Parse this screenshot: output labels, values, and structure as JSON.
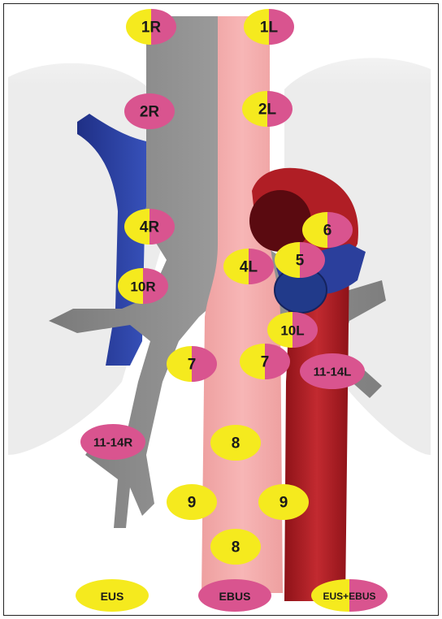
{
  "colors": {
    "eus": "#f5ea1e",
    "ebus": "#d9548f",
    "trachea": "#8c8c8c",
    "esophagus": "#f2a8a8",
    "aorta": "#a81a22",
    "vein": "#2b3f9c",
    "lung": "#ececec"
  },
  "stations": [
    {
      "id": "1r",
      "label": "1R",
      "type": "split"
    },
    {
      "id": "1l",
      "label": "1L",
      "type": "split"
    },
    {
      "id": "2r",
      "label": "2R",
      "type": "ebus"
    },
    {
      "id": "2l",
      "label": "2L",
      "type": "split"
    },
    {
      "id": "4r",
      "label": "4R",
      "type": "split"
    },
    {
      "id": "6",
      "label": "6",
      "type": "split"
    },
    {
      "id": "5",
      "label": "5",
      "type": "split"
    },
    {
      "id": "4l",
      "label": "4L",
      "type": "split"
    },
    {
      "id": "10r",
      "label": "10R",
      "type": "split"
    },
    {
      "id": "10l",
      "label": "10L",
      "type": "split"
    },
    {
      "id": "7a",
      "label": "7",
      "type": "split"
    },
    {
      "id": "7b",
      "label": "7",
      "type": "split"
    },
    {
      "id": "1114l",
      "label": "11-14L",
      "type": "ebus"
    },
    {
      "id": "1114r",
      "label": "11-14R",
      "type": "ebus"
    },
    {
      "id": "8a",
      "label": "8",
      "type": "eus"
    },
    {
      "id": "9a",
      "label": "9",
      "type": "eus"
    },
    {
      "id": "9b",
      "label": "9",
      "type": "eus"
    },
    {
      "id": "8b",
      "label": "8",
      "type": "eus"
    }
  ],
  "legend": [
    {
      "id": "eus",
      "label": "EUS",
      "type": "eus"
    },
    {
      "id": "ebus",
      "label": "EBUS",
      "type": "ebus"
    },
    {
      "id": "eusebus",
      "label": "EUS+EBUS",
      "type": "split"
    }
  ]
}
